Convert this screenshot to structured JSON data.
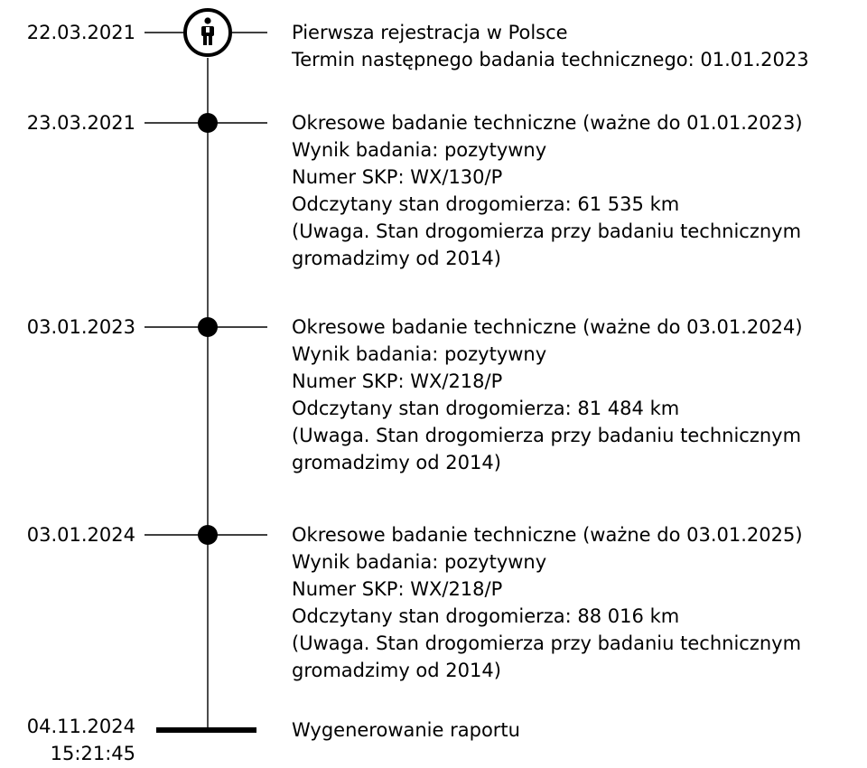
{
  "timeline": {
    "events": [
      {
        "date": "22.03.2021",
        "marker": "person-icon",
        "lines": [
          "Pierwsza rejestracja w Polsce",
          "Termin następnego badania technicznego: 01.01.2023"
        ]
      },
      {
        "date": "23.03.2021",
        "marker": "dot",
        "lines": [
          "Okresowe badanie techniczne (ważne do 01.01.2023)",
          "Wynik badania: pozytywny",
          "Numer SKP: WX/130/P",
          "Odczytany stan drogomierza: 61 535 km",
          "(Uwaga. Stan drogomierza przy badaniu technicznym",
          "gromadzimy od 2014)"
        ]
      },
      {
        "date": "03.01.2023",
        "marker": "dot",
        "lines": [
          "Okresowe badanie techniczne (ważne do 03.01.2024)",
          "Wynik badania: pozytywny",
          "Numer SKP: WX/218/P",
          "Odczytany stan drogomierza: 81 484 km",
          "(Uwaga. Stan drogomierza przy badaniu technicznym",
          "gromadzimy od 2014)"
        ]
      },
      {
        "date": "03.01.2024",
        "marker": "dot",
        "lines": [
          "Okresowe badanie techniczne (ważne do 03.01.2025)",
          "Wynik badania: pozytywny",
          "Numer SKP: WX/218/P",
          "Odczytany stan drogomierza: 88 016 km",
          "(Uwaga. Stan drogomierza przy badaniu technicznym",
          "gromadzimy od 2014)"
        ]
      }
    ],
    "end": {
      "date": "04.11.2024",
      "time": "15:21:45",
      "label": "Wygenerowanie raportu"
    }
  }
}
